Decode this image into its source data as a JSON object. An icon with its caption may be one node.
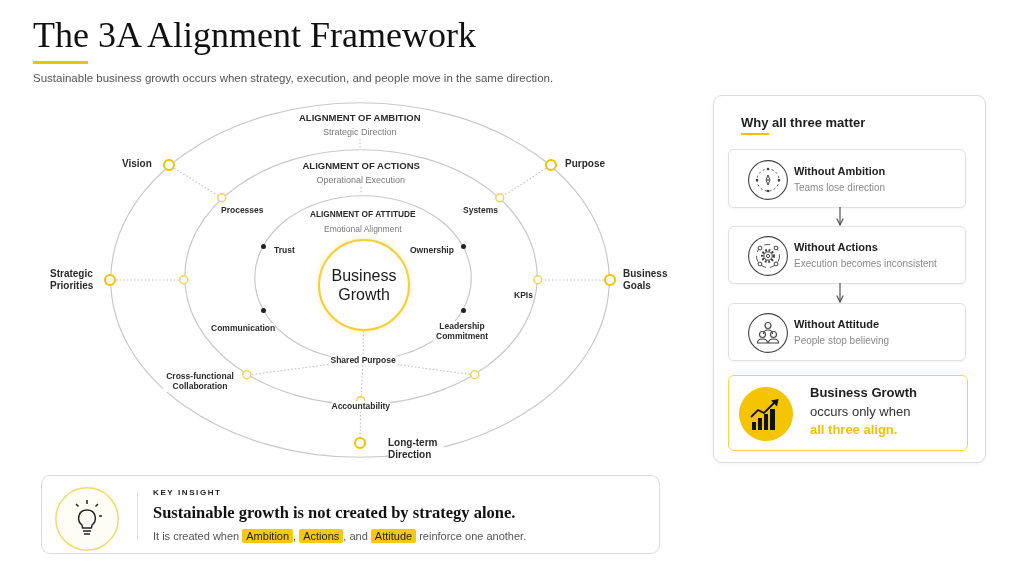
{
  "diagram": {
    "title": "The 3A Alignment Framework",
    "nodes": [
      {
        "text": [
          "ALIGNMENT OF AMBITION",
          "Strategic Direction"
        ]
      },
      {
        "text": [
          "ALIGNMENT OF ACTIONS",
          "Operational Execution"
        ],
        "in": 0
      },
      {
        "text": [
          "ALIGNMENT OF ATTITUDE",
          "Emotional Alignment"
        ],
        "in": 1
      },
      {
        "text": [
          "Business Growth"
        ],
        "in": 2
      },
      {
        "text": [
          "Vision"
        ]
      },
      {
        "text": [
          "Processes"
        ],
        "in": 1
      },
      {
        "text": [
          "Purpose"
        ]
      },
      {
        "text": [
          "Systems"
        ],
        "in": 1
      },
      {
        "text": [
          "Strategic Priorities"
        ]
      },
      {
        "text": [],
        "shape": "circle",
        "in": 0
      },
      {
        "text": [
          "KPIs"
        ],
        "in": 0
      },
      {
        "text": [
          "Business Goals"
        ]
      },
      {
        "text": [
          "Trust"
        ],
        "in": 2
      },
      {
        "text": [
          "Ownership"
        ],
        "in": 2
      },
      {
        "text": [
          "Communication"
        ],
        "in": 1
      },
      {
        "text": [
          "Leadership Commitment"
        ],
        "in": 1
      },
      {
        "text": [
          "Cross-functional Collaboration"
        ],
        "in": 0
      },
      {
        "text": [],
        "shape": "circle",
        "in": 0
      },
      {
        "text": [
          "Shared Purpose"
        ],
        "in": 1
      },
      {
        "text": [
          "Accountability"
        ],
        "in": 0
      },
      {
        "text": [
          "Long-term Direction"
        ]
      },
      {
        "text": [
          "Why all three matter"
        ]
      },
      {
        "text": [
          "Without Ambition",
          "Teams lose direction"
        ],
        "in": 21
      },
      {
        "text": [
          "Without Actions",
          "Execution becomes inconsistent"
        ],
        "in": 21
      },
      {
        "text": [
          "Without Attitude",
          "People stop believing"
        ],
        "in": 21
      },
      {
        "text": [
          "Business Growth",
          "occurs only when **all three align.**"
        ],
        "in": 21
      },
      {
        "text": [
          "KEY INSIGHT",
          "Sustainable growth is not created by strategy alone.",
          "It is created when **Ambition**, **Actions**, and **Attitude** reinforce one another."
        ]
      }
    ],
    "edges": [
      {
        "from": 4,
        "to": 5,
        "arrow": "none",
        "style": "dashed"
      },
      {
        "from": 6,
        "to": 7,
        "arrow": "none",
        "style": "dashed"
      },
      {
        "from": 8,
        "to": 9,
        "arrow": "none",
        "style": "dashed"
      },
      {
        "from": 11,
        "to": 10,
        "arrow": "none",
        "style": "dashed"
      },
      {
        "from": 16,
        "to": 18,
        "arrow": "none",
        "style": "dashed"
      },
      {
        "from": 17,
        "to": 18,
        "arrow": "none",
        "style": "dashed"
      },
      {
        "from": 3,
        "to": 18,
        "arrow": "none",
        "style": "dashed"
      },
      {
        "from": 18,
        "to": 19,
        "arrow": "none",
        "style": "dashed"
      },
      {
        "from": 19,
        "to": 20,
        "arrow": "none",
        "style": "dashed"
      },
      {
        "from": 22,
        "to": 23,
        "arrow": "to",
        "color": "#444444"
      },
      {
        "from": 23,
        "to": 24,
        "arrow": "to",
        "color": "#444444"
      }
    ],
    "labels": [
      "Sustainable business growth occurs when strategy, execution, and people move in the same direction."
    ]
  }
}
